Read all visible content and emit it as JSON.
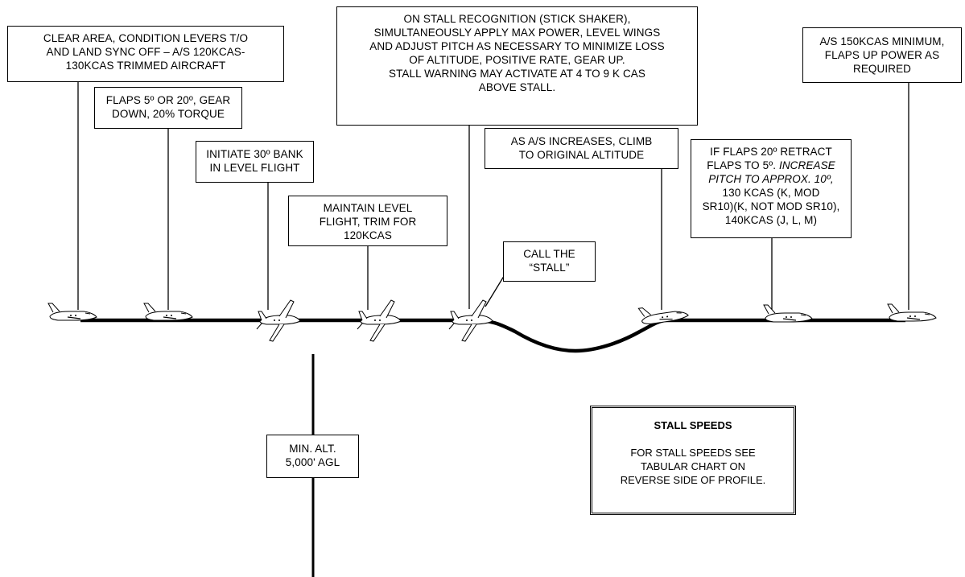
{
  "callouts": {
    "clear_area": [
      "CLEAR AREA, CONDITION LEVERS T/O",
      "AND LAND SYNC OFF –  A/S 120KCAS-",
      "130KCAS TRIMMED AIRCRAFT"
    ],
    "flaps": [
      "FLAPS 5º OR 20º, GEAR",
      "DOWN, 20% TORQUE"
    ],
    "initiate_bank": [
      "INITIATE 30º BANK",
      "IN LEVEL FLIGHT"
    ],
    "maintain_level": [
      "MAINTAIN LEVEL",
      "FLIGHT, TRIM FOR",
      "120KCAS"
    ],
    "stall_recognition": [
      "ON STALL RECOGNITION (STICK SHAKER),",
      "SIMULTANEOUSLY APPLY MAX POWER, LEVEL WINGS",
      "AND ADJUST PITCH AS NECESSARY TO MINIMIZE LOSS",
      "OF ALTITUDE, POSITIVE RATE, GEAR UP.",
      "STALL WARNING MAY ACTIVATE AT  4 TO 9 K CAS",
      "ABOVE STALL."
    ],
    "call_stall": [
      "CALL THE",
      "“STALL”"
    ],
    "climb": [
      "AS A/S INCREASES, CLIMB",
      "TO ORIGINAL ALTITUDE"
    ],
    "flaps_retract": {
      "line1": "IF FLAPS 20º RETRACT",
      "line2_normal": "FLAPS TO 5º. ",
      "line2_italic": "INCREASE",
      "line3_italic": "PITCH TO APPROX. 10º,",
      "line4": "130 KCAS (K, MOD",
      "line5": "SR10)(K, NOT MOD SR10),",
      "line6": "140KCAS (J, L, M)"
    },
    "minimum": [
      "A/S 150KCAS MINIMUM,",
      "FLAPS UP POWER AS",
      "REQUIRED"
    ],
    "min_alt": [
      "MIN. ALT.",
      "5,000' AGL"
    ]
  },
  "stall_speeds": {
    "title": "STALL SPEEDS",
    "body": [
      "FOR STALL SPEEDS SEE",
      "TABULAR  CHART ON",
      "REVERSE SIDE OF PROFILE."
    ]
  },
  "aircraft_icons": [
    "aircraft-side-icon",
    "aircraft-banked-icon"
  ],
  "colors": {
    "line": "#000000",
    "background": "#ffffff"
  }
}
